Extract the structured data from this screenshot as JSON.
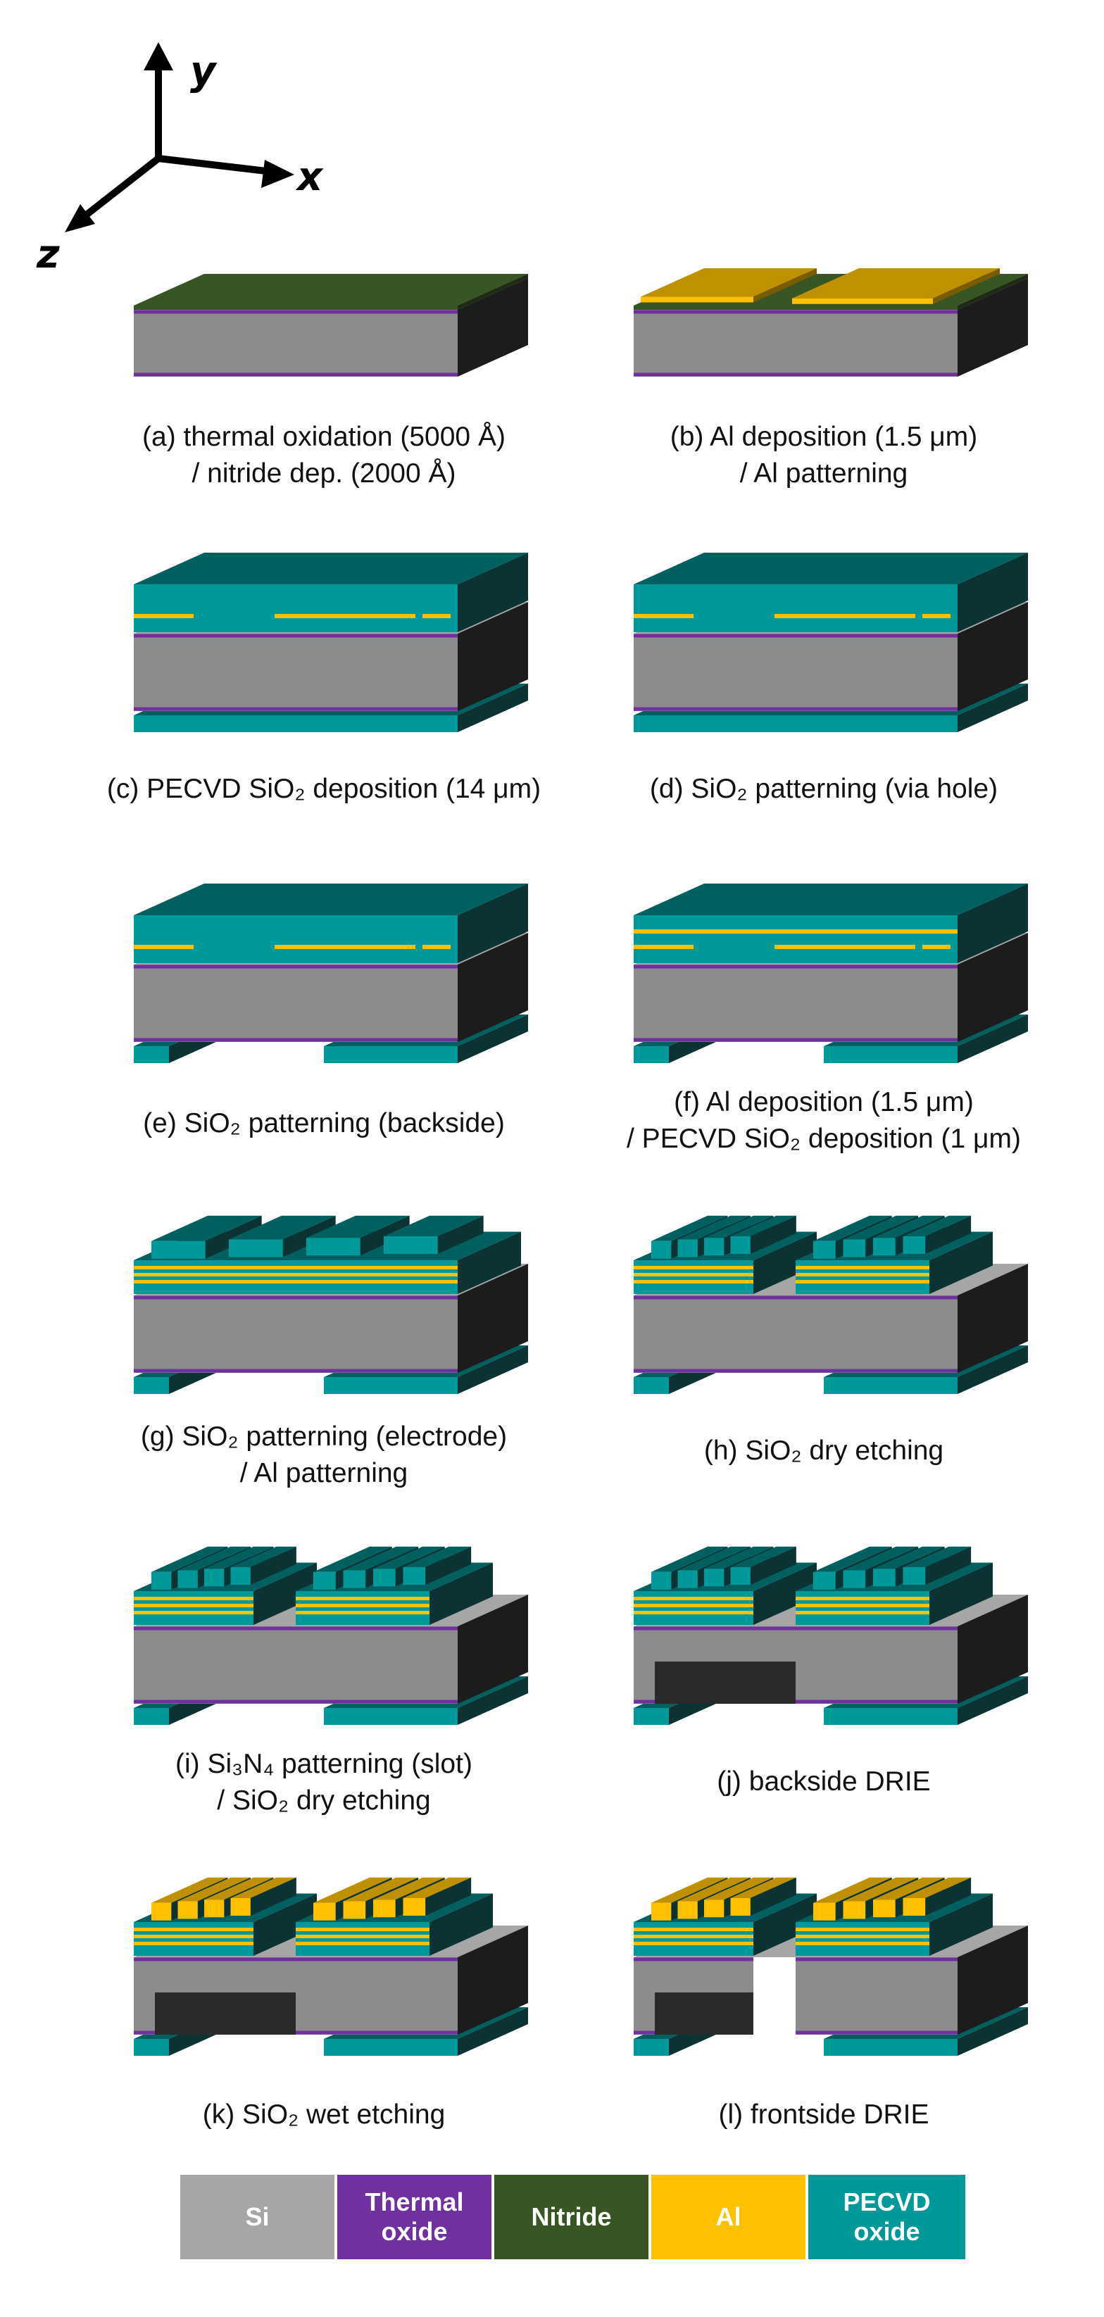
{
  "axes": {
    "y": "y",
    "x": "x",
    "z": "z"
  },
  "colors": {
    "si": "#8c8c8c",
    "si_top": "#a6a6a6",
    "si_side": "#1c1c1c",
    "thermal_oxide": "#7030a0",
    "nitride": "#375623",
    "al": "#ffc000",
    "al_top": "#bf9000",
    "pecvd": "#009999",
    "pecvd_top": "#006060",
    "pecvd_side": "#0b3333"
  },
  "steps": [
    {
      "id": "a",
      "line1": "(a) thermal oxidation (5000 Å)",
      "line2": "/ nitride dep. (2000 Å)"
    },
    {
      "id": "b",
      "line1": "(b) Al deposition (1.5 μm)",
      "line2": "/ Al patterning"
    },
    {
      "id": "c",
      "line1": "(c) PECVD SiO₂ deposition (14 μm)",
      "line2": ""
    },
    {
      "id": "d",
      "line1": "(d) SiO₂ patterning (via hole)",
      "line2": ""
    },
    {
      "id": "e",
      "line1": "(e) SiO₂ patterning (backside)",
      "line2": ""
    },
    {
      "id": "f",
      "line1": "(f) Al deposition (1.5 μm)",
      "line2": "/ PECVD SiO₂ deposition (1 μm)"
    },
    {
      "id": "g",
      "line1": "(g) SiO₂ patterning (electrode)",
      "line2": "/ Al patterning"
    },
    {
      "id": "h",
      "line1": "(h) SiO₂ dry etching",
      "line2": ""
    },
    {
      "id": "i",
      "line1": "(i) Si₃N₄ patterning (slot)",
      "line2": "/ SiO₂ dry etching"
    },
    {
      "id": "j",
      "line1": "(j) backside DRIE",
      "line2": ""
    },
    {
      "id": "k",
      "line1": "(k) SiO₂ wet etching",
      "line2": ""
    },
    {
      "id": "l",
      "line1": "(l) frontside DRIE",
      "line2": ""
    }
  ],
  "legend": [
    {
      "label": "Si",
      "color": "#a6a6a6"
    },
    {
      "label": "Thermal\noxide",
      "color": "#7030a0"
    },
    {
      "label": "Nitride",
      "color": "#375623"
    },
    {
      "label": "Al",
      "color": "#ffc000"
    },
    {
      "label": "PECVD\noxide",
      "color": "#009999"
    }
  ]
}
